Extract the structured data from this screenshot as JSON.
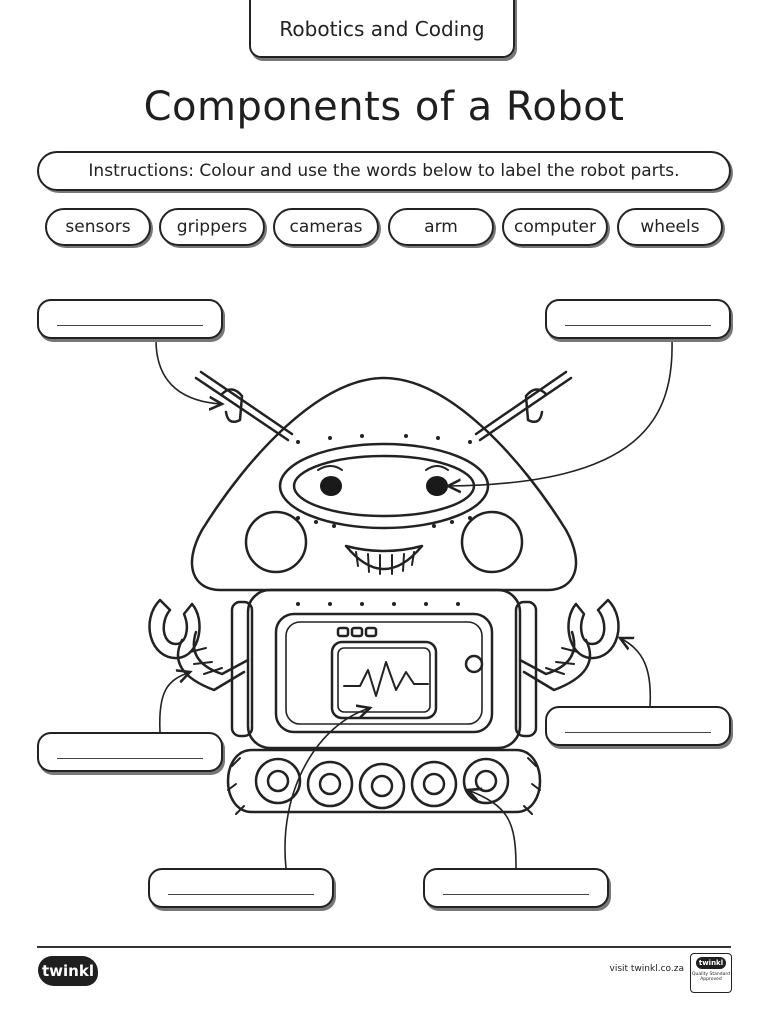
{
  "header": {
    "topic": "Robotics and Coding"
  },
  "title": "Components of a Robot",
  "instructions": "Instructions: Colour and use the words below to label the robot parts.",
  "word_bank": [
    "sensors",
    "grippers",
    "cameras",
    "arm",
    "computer",
    "wheels"
  ],
  "answer_boxes": [
    "",
    "",
    "",
    "",
    "",
    ""
  ],
  "footer": {
    "logo": "twinkl",
    "visit": "visit twinkl.co.za",
    "badge_logo": "twinkl",
    "badge_text": "Quality Standard Approved"
  }
}
